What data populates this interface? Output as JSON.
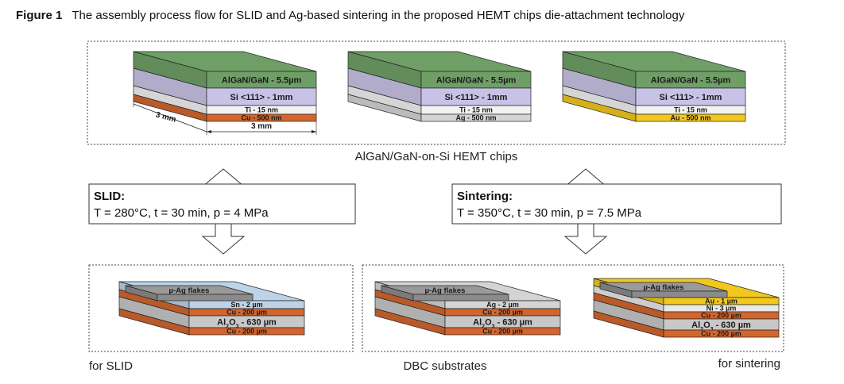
{
  "caption": {
    "label": "Figure 1",
    "text": "The assembly process flow for SLID and Ag-based sintering in the proposed HEMT chips die-attachment technology"
  },
  "top_group_label": "AlGaN/GaN-on-Si HEMT chips",
  "chips": [
    {
      "layers": [
        "AlGaN/GaN - 5.5µm",
        "Si <111> - 1mm",
        "Ti - 15 nm",
        "Cu - 500 nm"
      ],
      "dim_depth": "3 mm",
      "dim_width": "3 mm"
    },
    {
      "layers": [
        "AlGaN/GaN - 5.5µm",
        "Si <111> - 1mm",
        "Ti - 15 nm",
        "Ag - 500 nm"
      ]
    },
    {
      "layers": [
        "AlGaN/GaN - 5.5µm",
        "Si <111> - 1mm",
        "Ti - 15 nm",
        "Au - 500 nm"
      ]
    }
  ],
  "process_left": {
    "title": "SLID:",
    "params": "T = 280°C, t = 30 min, p = 4 MPa"
  },
  "process_right": {
    "title": "Sintering:",
    "params": "T = 350°C, t = 30 min, p = 7.5 MPa"
  },
  "substrates": [
    {
      "flakes": "µ-Ag flakes",
      "layers": [
        "Sn - 2 µm",
        "Cu - 200 µm",
        "Al2O3 - 630 µm",
        "Cu - 200 µm"
      ]
    },
    {
      "flakes": "µ-Ag flakes",
      "layers": [
        "Ag - 2 µm",
        "Cu - 200 µm",
        "Al2O3 - 630 µm",
        "Cu - 200 µm"
      ]
    },
    {
      "flakes": "µ-Ag flakes",
      "layers": [
        "Au - 1 µm",
        "Ni - 3 µm",
        "Cu - 200 µm",
        "Al2O3 - 630 µm",
        "Cu - 200 µm"
      ]
    }
  ],
  "bottom_labels": {
    "left": "for SLID",
    "center": "DBC substrates",
    "right": "for sintering"
  },
  "colors": {
    "gan": "#6f9f66",
    "si": "#c8c3e6",
    "ti": "#f2f2f2",
    "cu": "#d2662e",
    "ag": "#d4d4d4",
    "au": "#f2c81e",
    "sn": "#bcd3e8",
    "al2o3": "#c8c8c8",
    "ni": "#e9e9e9",
    "flakes": "#9a9a9a"
  }
}
